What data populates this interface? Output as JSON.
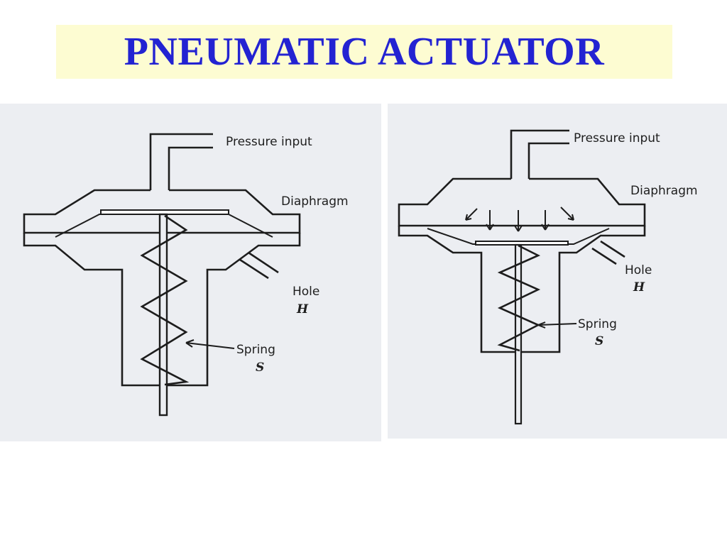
{
  "title": "PNEUMATIC ACTUATOR",
  "colors": {
    "title_text": "#2323d2",
    "title_bg": "#fdfcd2",
    "panel_bg": "#eceef2",
    "ink": "#1d1d1d"
  },
  "left_diagram": {
    "labels": {
      "pressure_input": "Pressure input",
      "diaphragm": "Diaphragm",
      "hole": "Hole",
      "hole_symbol": "H",
      "spring": "Spring",
      "spring_symbol": "S"
    }
  },
  "right_diagram": {
    "labels": {
      "pressure_input": "Pressure input",
      "diaphragm": "Diaphragm",
      "hole": "Hole",
      "hole_symbol": "H",
      "spring": "Spring",
      "spring_symbol": "S"
    },
    "pressure_arrows": 5
  }
}
